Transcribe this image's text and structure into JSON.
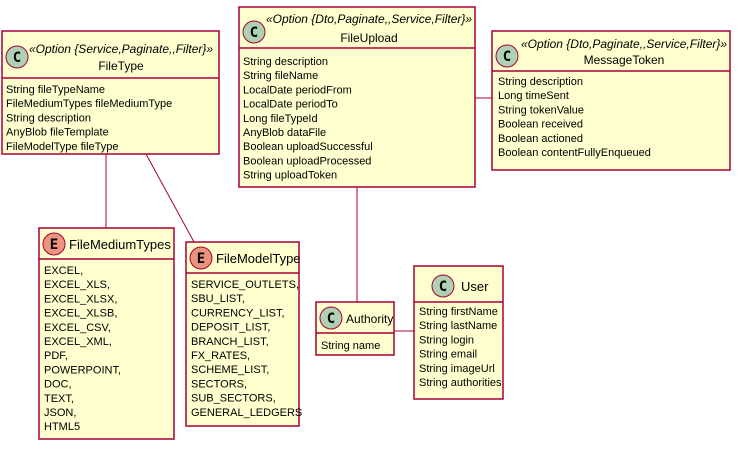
{
  "classes": {
    "filetype": {
      "badge": "C",
      "stereotype": "«Option {Service,Paginate,,Filter}»",
      "name": "FileType",
      "attributes": [
        "String fileTypeName",
        "FileMediumTypes fileMediumType",
        "String description",
        "AnyBlob fileTemplate",
        "FileModelType fileType"
      ]
    },
    "fileupload": {
      "badge": "C",
      "stereotype": "«Option {Dto,Paginate,,Service,Filter}»",
      "name": "FileUpload",
      "attributes": [
        "String description",
        "String fileName",
        "LocalDate periodFrom",
        "LocalDate periodTo",
        "Long fileTypeId",
        "AnyBlob dataFile",
        "Boolean uploadSuccessful",
        "Boolean uploadProcessed",
        "String uploadToken"
      ]
    },
    "messagetoken": {
      "badge": "C",
      "stereotype": "«Option {Dto,Paginate,,Service,Filter}»",
      "name": "MessageToken",
      "attributes": [
        "String description",
        "Long timeSent",
        "String tokenValue",
        "Boolean received",
        "Boolean actioned",
        "Boolean contentFullyEnqueued"
      ]
    },
    "filemediumtypes": {
      "badge": "E",
      "name": "FileMediumTypes",
      "attributes": [
        "EXCEL,",
        "EXCEL_XLS,",
        "EXCEL_XLSX,",
        "EXCEL_XLSB,",
        "EXCEL_CSV,",
        "EXCEL_XML,",
        "PDF,",
        "POWERPOINT,",
        "DOC,",
        "TEXT,",
        "JSON,",
        "HTML5"
      ]
    },
    "filemodeltype": {
      "badge": "E",
      "name": "FileModelType",
      "attributes": [
        "SERVICE_OUTLETS,",
        "SBU_LIST,",
        "CURRENCY_LIST,",
        "DEPOSIT_LIST,",
        "BRANCH_LIST,",
        "FX_RATES,",
        "SCHEME_LIST,",
        "SECTORS,",
        "SUB_SECTORS,",
        "GENERAL_LEDGERS"
      ]
    },
    "authority": {
      "badge": "C",
      "name": "Authority",
      "attributes": [
        "String name"
      ]
    },
    "user": {
      "badge": "C",
      "name": "User",
      "attributes": [
        "String firstName",
        "String lastName",
        "String login",
        "String email",
        "String imageUrl",
        "String authorities"
      ]
    }
  },
  "colors": {
    "class_fill": "#FEFECE",
    "border": "#A80036",
    "class_badge": "#ADD1B2",
    "enum_badge": "#EB937F"
  }
}
